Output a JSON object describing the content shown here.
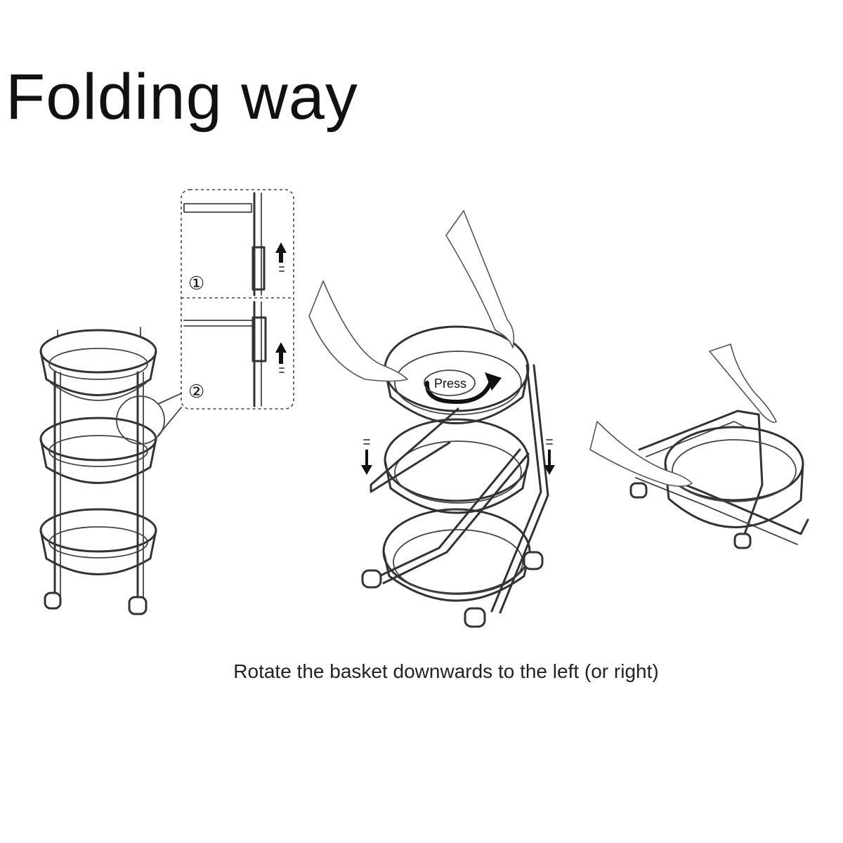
{
  "title": "Folding way",
  "steps": {
    "step1_marker": "①",
    "step2_marker": "②"
  },
  "press_label": "Press",
  "caption": "Rotate the basket downwards to the left (or right)",
  "colors": {
    "line": "#333333",
    "background": "#ffffff"
  }
}
